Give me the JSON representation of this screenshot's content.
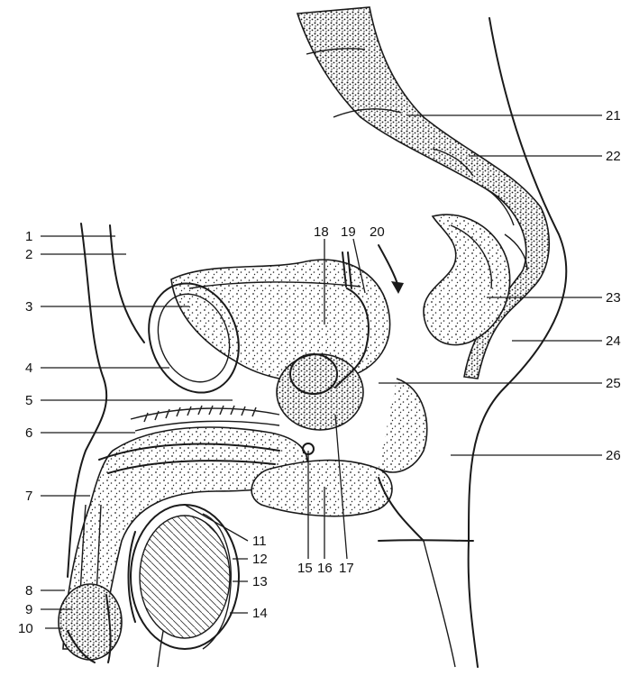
{
  "diagram": {
    "labels": [
      {
        "id": "1",
        "text": "1"
      },
      {
        "id": "2",
        "text": "2"
      },
      {
        "id": "3",
        "text": "3"
      },
      {
        "id": "4",
        "text": "4"
      },
      {
        "id": "5",
        "text": "5"
      },
      {
        "id": "6",
        "text": "6"
      },
      {
        "id": "7",
        "text": "7"
      },
      {
        "id": "8",
        "text": "8"
      },
      {
        "id": "9",
        "text": "9"
      },
      {
        "id": "10",
        "text": "10"
      },
      {
        "id": "11",
        "text": "11"
      },
      {
        "id": "12",
        "text": "12"
      },
      {
        "id": "13",
        "text": "13"
      },
      {
        "id": "14",
        "text": "14"
      },
      {
        "id": "15",
        "text": "15"
      },
      {
        "id": "16",
        "text": "16"
      },
      {
        "id": "17",
        "text": "17"
      },
      {
        "id": "18",
        "text": "18"
      },
      {
        "id": "19",
        "text": "19"
      },
      {
        "id": "20",
        "text": "20"
      },
      {
        "id": "21",
        "text": "21"
      },
      {
        "id": "22",
        "text": "22"
      },
      {
        "id": "23",
        "text": "23"
      },
      {
        "id": "24",
        "text": "24"
      },
      {
        "id": "25",
        "text": "25"
      },
      {
        "id": "26",
        "text": "26"
      }
    ]
  }
}
